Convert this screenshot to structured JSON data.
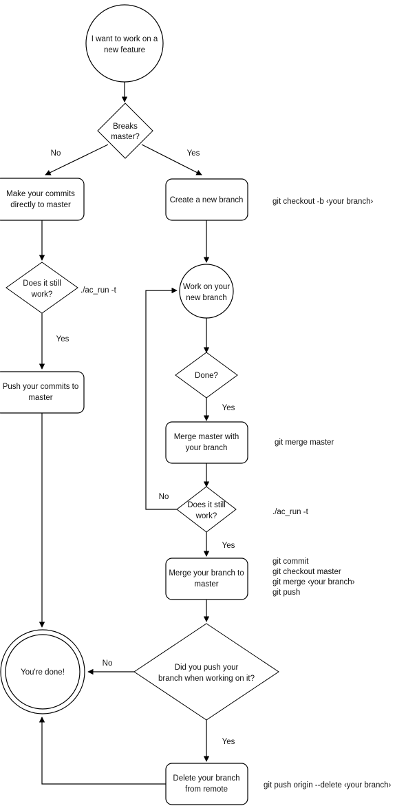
{
  "diagram": {
    "title": "Git branching workflow flowchart",
    "background_color": "#ffffff",
    "stroke_color": "#000000",
    "text_color": "#111111"
  },
  "nodes": {
    "start": {
      "line1": "I want to work on a",
      "line2": "new feature",
      "shape": "circle"
    },
    "breaks_master": {
      "line1": "Breaks",
      "line2": "master?",
      "shape": "diamond"
    },
    "make_commits": {
      "line1": "Make your commits",
      "line2": "directly to master",
      "shape": "rounded-rect"
    },
    "create_branch": {
      "line1": "Create a new branch",
      "line2": "",
      "shape": "rounded-rect"
    },
    "left_does_it_work": {
      "line1": "Does it still",
      "line2": "work?",
      "shape": "diamond"
    },
    "work_on_branch": {
      "line1": "Work on your",
      "line2": "new branch",
      "shape": "circle"
    },
    "done_q": {
      "line1": "Done?",
      "line2": "",
      "shape": "diamond"
    },
    "push_commits": {
      "line1": "Push your commits to",
      "line2": "master",
      "shape": "rounded-rect"
    },
    "merge_master_with": {
      "line1": "Merge master with",
      "line2": "your branch",
      "shape": "rounded-rect"
    },
    "mid_does_it_work": {
      "line1": "Does it still",
      "line2": "work?",
      "shape": "diamond"
    },
    "merge_branch_to_master": {
      "line1": "Merge your branch to",
      "line2": "master",
      "shape": "rounded-rect"
    },
    "did_you_push": {
      "line1": "Did you push your",
      "line2": "branch when working on it?",
      "shape": "diamond"
    },
    "youre_done": {
      "line1": "You're done!",
      "line2": "",
      "shape": "double-circle"
    },
    "delete_branch": {
      "line1": "Delete your branch",
      "line2": "from remote",
      "shape": "rounded-rect"
    }
  },
  "edge_labels": {
    "breaks_no": "No",
    "breaks_yes": "Yes",
    "left_work_yes": "Yes",
    "done_yes": "Yes",
    "mid_work_no": "No",
    "mid_work_yes": "Yes",
    "did_push_no": "No",
    "did_push_yes": "Yes"
  },
  "annotations": {
    "create_branch_cmd": "git checkout -b ‹your branch›",
    "left_test_cmd": "./ac_run -t",
    "merge_master_cmd": "git merge master",
    "mid_test_cmd": "./ac_run -t",
    "merge_to_master_cmd_1": "git commit",
    "merge_to_master_cmd_2": "git checkout master",
    "merge_to_master_cmd_3": "git merge ‹your branch›",
    "merge_to_master_cmd_4": "git push",
    "delete_branch_cmd": "git push origin --delete ‹your branch›"
  }
}
